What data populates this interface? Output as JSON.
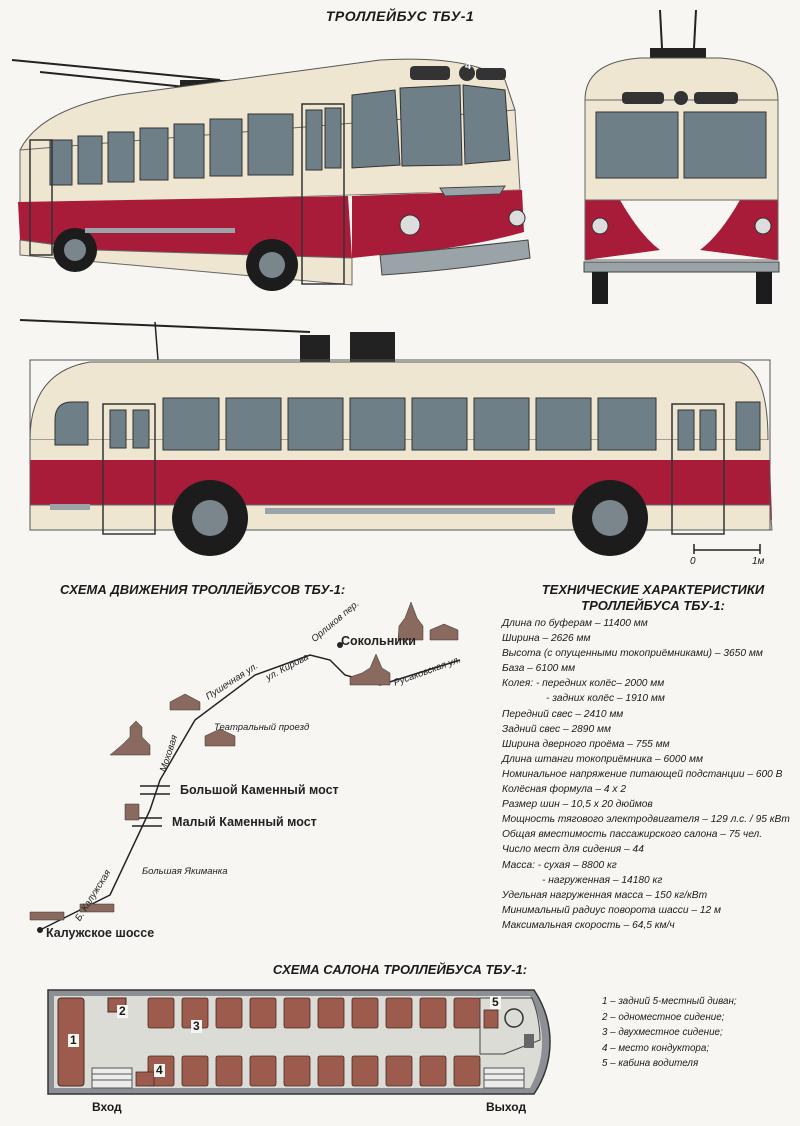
{
  "title": "ТРОЛЛЕЙБУС ТБУ-1",
  "bus": {
    "route_number": "4",
    "scale_zero": "0",
    "scale_one": "1м"
  },
  "colors": {
    "cream": "#efe6d2",
    "red": "#a81c3a",
    "dark_red": "#8a1530",
    "chrome": "#9aa3a8",
    "seat": "#9c5b4d"
  },
  "route": {
    "title": "СХЕМА ДВИЖЕНИЯ ТРОЛЛЕЙБУСОВ ТБУ-1:",
    "sokolniki": "Сокольники",
    "orlikov": "Орликов пер.",
    "rusakovskaya": "Русаковская ул.",
    "kirova": "ул. Кирова",
    "pushechnaya": "Пушечная ул.",
    "teatralny": "Театральный проезд",
    "mokhovaya": "Моховая",
    "bolshoy_most": "Большой Каменный мост",
    "maly_most": "Малый Каменный мост",
    "yakimanka": "Большая Якиманка",
    "kaluzhskaya": "Б. Калужская",
    "kaluzhskoe": "Калужское шоссе"
  },
  "tech": {
    "title_line1": "ТЕХНИЧЕСКИЕ ХАРАКТЕРИСТИКИ",
    "title_line2": "ТРОЛЛЕЙБУСА ТБУ-1:",
    "specs": [
      "Длина по буферам – 11400 мм",
      "Ширина – 2626 мм",
      "Высота (с опущенными токоприёмниками) – 3650 мм",
      "База – 6100 мм",
      "Колея: - передних колёс– 2000 мм",
      "- задних колёс – 1910 мм",
      "Передний свес – 2410 мм",
      "Задний свес – 2890 мм",
      "Ширина дверного проёма – 755 мм",
      "Длина штанги токоприёмника – 6000 мм",
      "Номинальное напряжение питающей подстанции – 600 В",
      "Колёсная формула – 4 х 2",
      "Размер шин – 10,5 х 20 дюймов",
      "Мощность тягового электродвигателя – 129 л.с. / 95 кВт",
      "Общая вместимость пассажирского салона – 75 чел.",
      "Число мест для сидения – 44",
      "Масса: - сухая – 8800 кг",
      "- нагруженная – 14180 кг",
      "Удельная нагруженная масса – 150 кг/кВт",
      "Минимальный радиус поворота шасси – 12 м",
      "Максимальная скорость – 64,5 км/ч"
    ]
  },
  "salon": {
    "title": "СХЕМА САЛОНА ТРОЛЛЕЙБУСА ТБУ-1:",
    "enter": "Вход",
    "exit": "Выход",
    "n1": "1",
    "n2": "2",
    "n3": "3",
    "n4": "4",
    "n5": "5",
    "legend": [
      "1 – задний 5-местный диван;",
      "2 – одноместное сидение;",
      "3 – двухместное сидение;",
      "4 – место кондуктора;",
      "5 – кабина водителя"
    ]
  }
}
